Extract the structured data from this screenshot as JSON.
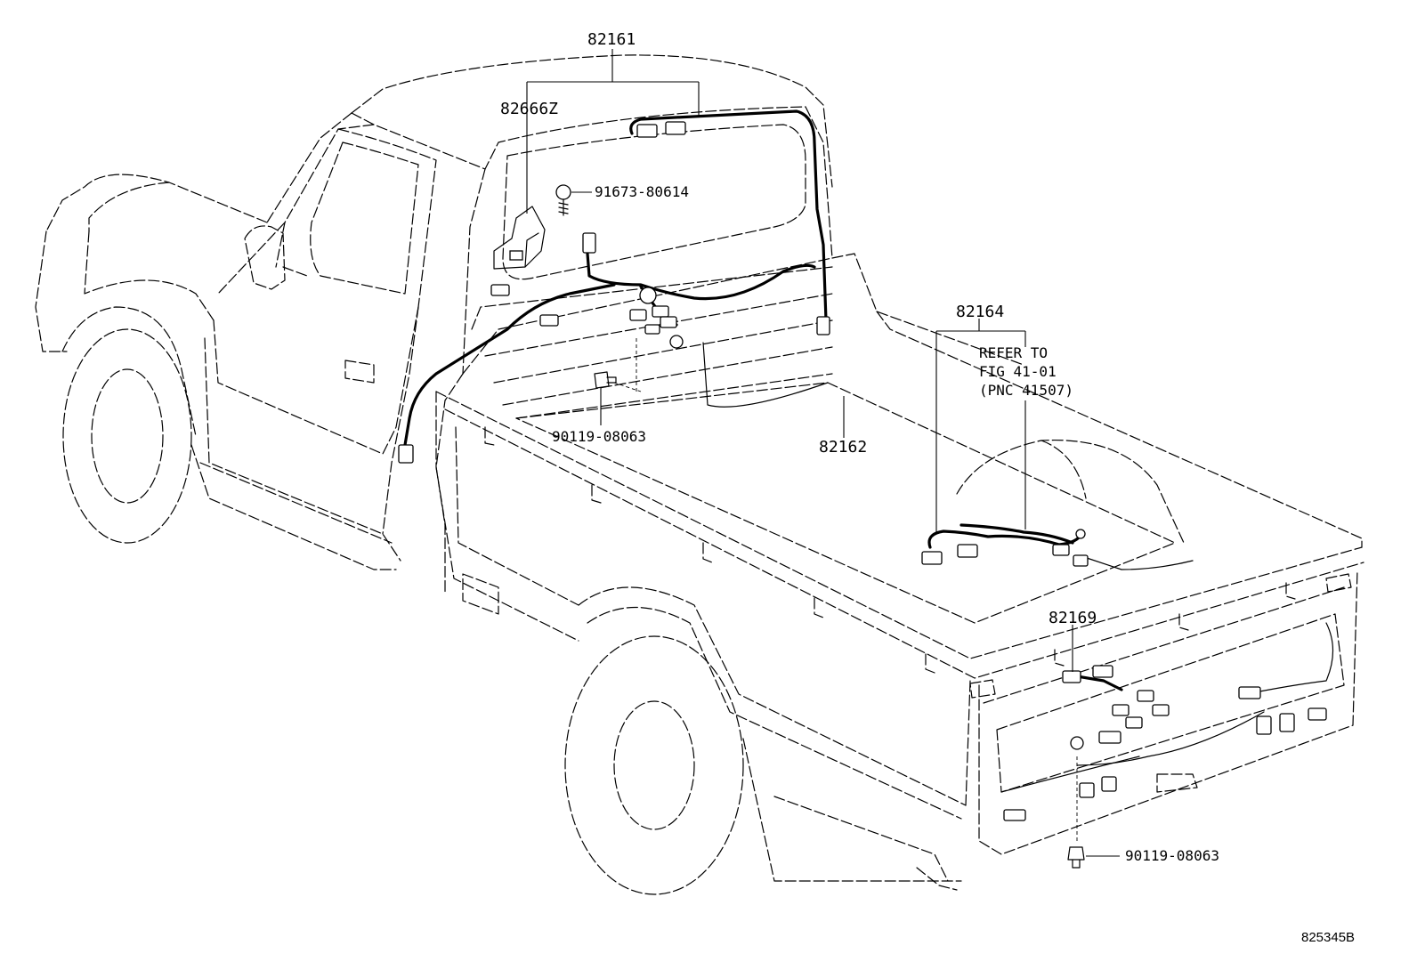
{
  "callouts": {
    "harness_roof": "82161",
    "bracket": "82666Z",
    "screw": "91673-80614",
    "bolt_cab": "90119-08063",
    "harness_floor": "82162",
    "harness_bed": "82164",
    "refer_line1": "REFER TO",
    "refer_line2": "FIG 41-01",
    "refer_line3": "(PNC 41507)",
    "harness_rear": "82169",
    "bolt_rear": "90119-08063"
  },
  "figure_code": "825345B"
}
